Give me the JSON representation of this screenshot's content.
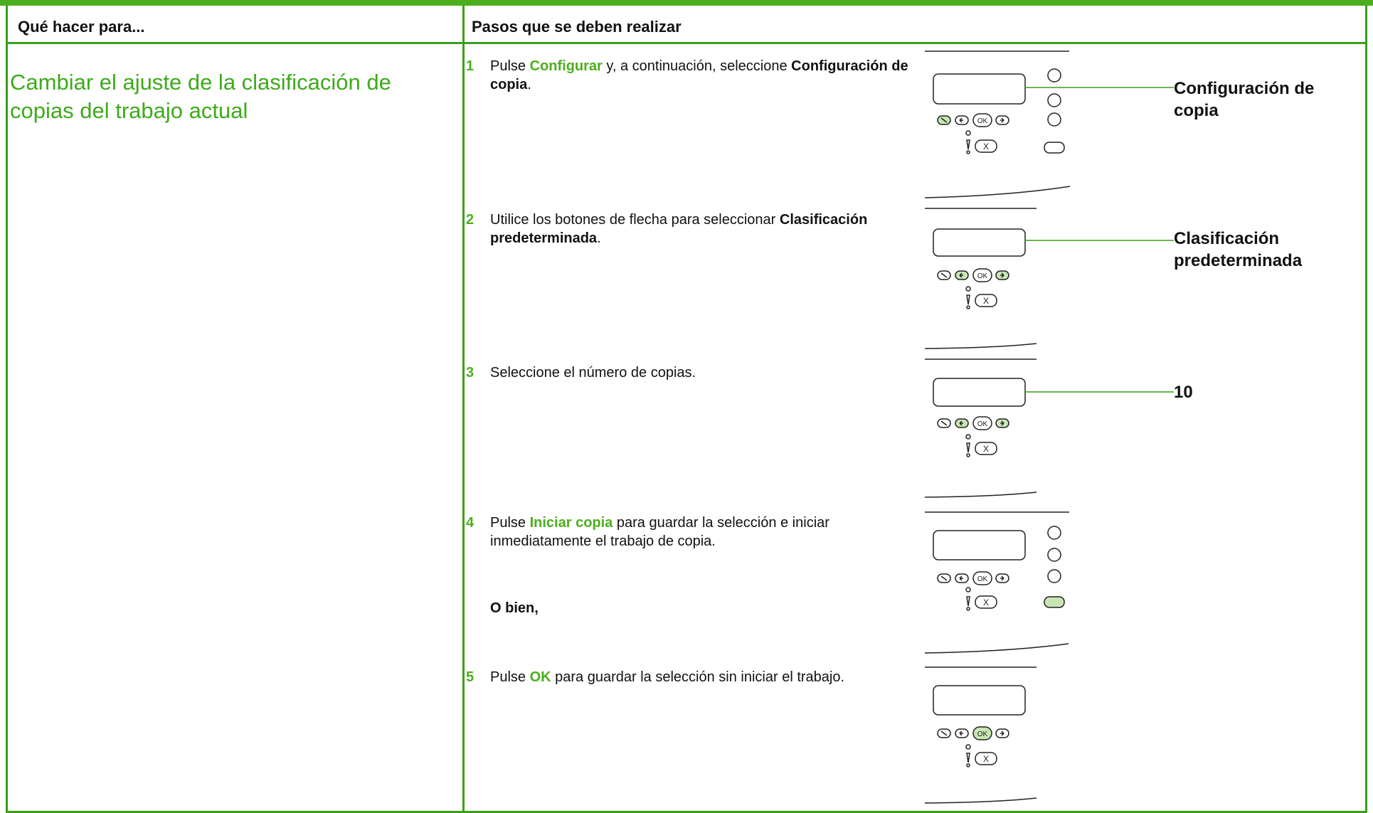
{
  "table": {
    "col1_header": "Qué hacer para...",
    "col2_header": "Pasos que se deben realizar"
  },
  "task_title": "Cambiar el ajuste de la clasificación de copias del trabajo actual",
  "steps": [
    {
      "num": "1",
      "pre": "Pulse ",
      "button": "Configurar",
      "mid": " y, a continuación, seleccione ",
      "bold": "Configuración de copia",
      "post": "."
    },
    {
      "num": "2",
      "pre": "Utilice los botones de flecha para seleccionar ",
      "bold": "Clasificación predeterminada",
      "post": "."
    },
    {
      "num": "3",
      "text": "Seleccione el número de copias."
    },
    {
      "num": "4",
      "pre": "Pulse ",
      "button": "Iniciar copia",
      "post": " para guardar la selección e iniciar inmediatamente el trabajo de copia."
    },
    {
      "or_text": "O bien,"
    },
    {
      "num": "5",
      "pre": "Pulse ",
      "button": "OK",
      "post": " para guardar la selección sin iniciar el trabajo."
    }
  ],
  "callouts": {
    "step1": "Configuración de copia",
    "step2": "Clasificación predeterminada",
    "step3": "10"
  },
  "panel": {
    "ok_label": "OK",
    "cancel_label": "X"
  },
  "colors": {
    "accent_green": "#4cae1c",
    "highlight_fill": "#c8e6b4"
  }
}
